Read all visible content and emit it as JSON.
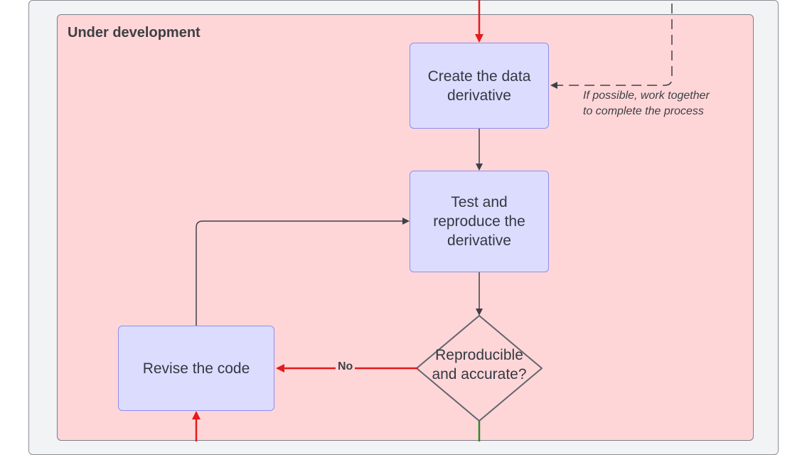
{
  "diagram": {
    "swimlane_title": "Under development",
    "nodes": {
      "create": "Create the data derivative",
      "test": "Test and reproduce the derivative",
      "revise": "Revise the code",
      "decision": "Reproducible and accurate?"
    },
    "note": {
      "line1": "If possible, work together",
      "line2": "to complete the process"
    },
    "edge_labels": {
      "no": "No"
    }
  },
  "colors": {
    "outer_bg": "#f2f3f5",
    "swimlane_bg": "#ffd6d8",
    "box_fill": "#dcdcff",
    "box_border": "#8f8cf0",
    "arrow_red": "#e31b1b",
    "arrow_green": "#2a8a2a",
    "arrow_dark": "#3e4047"
  }
}
